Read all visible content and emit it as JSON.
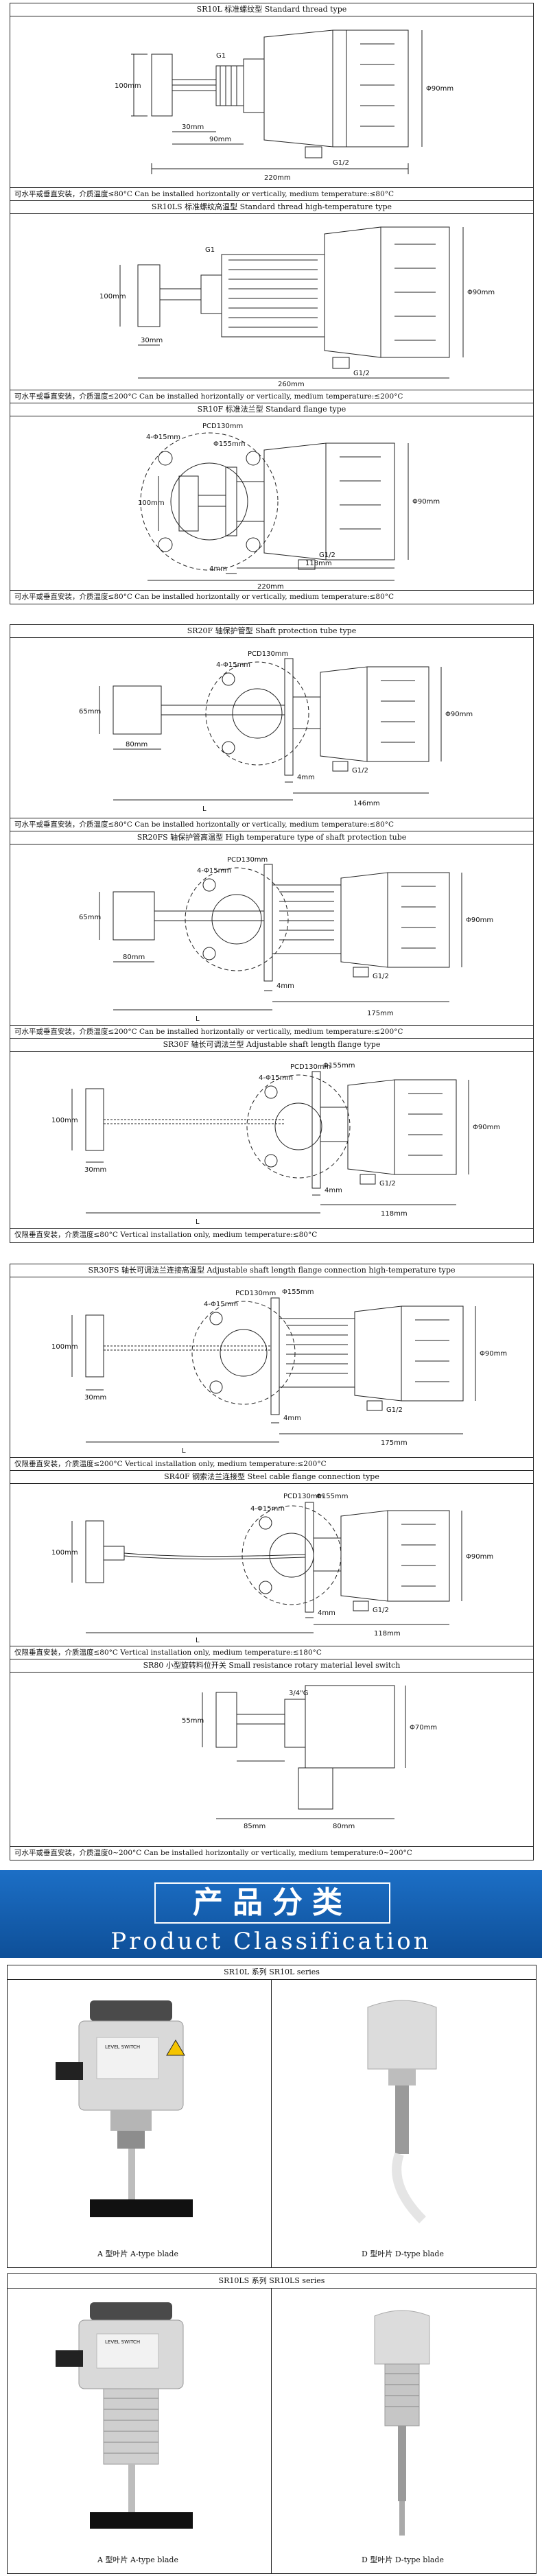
{
  "diagrams": [
    {
      "title": "SR10L 标准螺纹型    Standard thread type",
      "dims": {
        "a": "100mm",
        "b": "90mm",
        "c": "30mm",
        "d": "220mm",
        "e": "Φ90mm",
        "g": "G1",
        "h": "G1/2"
      },
      "note": "可水平或垂直安装，介质温度≤80°C    Can be installed horizontally or vertically, medium temperature:≤80°C"
    },
    {
      "title": "SR10LS 标准螺纹高温型    Standard thread high-temperature type",
      "dims": {
        "a": "100mm",
        "c": "30mm",
        "d": "260mm",
        "e": "Φ90mm",
        "g": "G1",
        "h": "G1/2"
      },
      "note": "可水平或垂直安装，介质温度≤200°C    Can be installed horizontally or vertically, medium temperature:≤200°C"
    },
    {
      "title": "SR10F 标准法兰型    Standard flange type",
      "dims": {
        "a": "100mm",
        "b": "118mm",
        "c": "4mm",
        "d": "220mm",
        "e": "Φ90mm",
        "g": "PCD130mm",
        "h": "G1/2",
        "i": "4-Φ15mm",
        "j": "Φ155mm"
      },
      "note": "可水平或垂直安装，介质温度≤80°C    Can be installed horizontally or vertically, medium temperature:≤80°C"
    },
    {
      "title": "SR20F 轴保护管型    Shaft protection tube type",
      "dims": {
        "a": "65mm",
        "b": "80mm",
        "c": "4mm",
        "d": "146mm",
        "e": "Φ90mm",
        "g": "PCD130mm",
        "h": "G1/2",
        "i": "4-Φ15mm",
        "l": "L"
      },
      "note": "可水平或垂直安装，介质温度≤80°C    Can be installed horizontally or vertically, medium temperature:≤80°C"
    },
    {
      "title": "SR20FS 轴保护管高温型    High temperature type of shaft protection tube",
      "dims": {
        "a": "65mm",
        "b": "80mm",
        "c": "4mm",
        "d": "175mm",
        "e": "Φ90mm",
        "g": "PCD130mm",
        "h": "G1/2",
        "i": "4-Φ15mm",
        "l": "L"
      },
      "note": "可水平或垂直安装，介质温度≤200°C    Can be installed horizontally or vertically, medium temperature:≤200°C"
    },
    {
      "title": "SR30F 轴长可调法兰型    Adjustable shaft length flange type",
      "dims": {
        "a": "100mm",
        "b": "118mm",
        "c": "30mm",
        "d": "4mm",
        "e": "Φ90mm",
        "g": "PCD130mm",
        "h": "G1/2",
        "i": "4-Φ15mm",
        "j": "Φ155mm",
        "l": "L"
      },
      "note": "仅限垂直安装，介质温度≤80°C    Vertical installation only, medium temperature:≤80°C"
    },
    {
      "title": "SR30FS 轴长可调法兰连接高温型    Adjustable shaft length flange connection high-temperature type",
      "dims": {
        "a": "100mm",
        "b": "175mm",
        "c": "30mm",
        "d": "4mm",
        "e": "Φ90mm",
        "g": "PCD130mm",
        "h": "G1/2",
        "i": "4-Φ15mm",
        "j": "Φ155mm",
        "l": "L"
      },
      "note": "仅限垂直安装，介质温度≤200°C    Vertical installation only, medium temperature:≤200°C"
    },
    {
      "title": "SR40F 钢索法兰连接型    Steel cable flange connection type",
      "dims": {
        "a": "100mm",
        "b": "118mm",
        "c": "4mm",
        "e": "Φ90mm",
        "g": "PCD130mm",
        "h": "G1/2",
        "i": "4-Φ15mm",
        "j": "Φ155mm",
        "l": "L"
      },
      "note": "仅限垂直安装，介质温度≤80°C    Vertical installation only, medium temperature:≤180°C"
    },
    {
      "title": "SR80 小型旋转料位开关    Small resistance rotary material level switch",
      "dims": {
        "a": "55mm",
        "b": "85mm",
        "c": "80mm",
        "e": "Φ70mm",
        "g": "3/4\"G"
      },
      "note": "可水平或垂直安装，介质温度0~200°C    Can be installed horizontally or vertically, medium temperature:0~200°C"
    }
  ],
  "banner": {
    "cn": "产品分类",
    "en": "Product Classification"
  },
  "products": [
    {
      "title": "SR10L 系列    SR10L series",
      "left_caption": "A 型叶片    A-type blade",
      "right_caption": "D 型叶片    D-type blade",
      "label": "LEVEL SWITCH"
    },
    {
      "title": "SR10LS 系列    SR10LS series",
      "left_caption": "A 型叶片    A-type blade",
      "right_caption": "D 型叶片    D-type blade",
      "label": "LEVEL SWITCH"
    }
  ],
  "colors": {
    "banner": "#1466b8",
    "housing": "#d9d9d9",
    "body_gray": "#9a9a9a",
    "warning": "#f5c400"
  }
}
